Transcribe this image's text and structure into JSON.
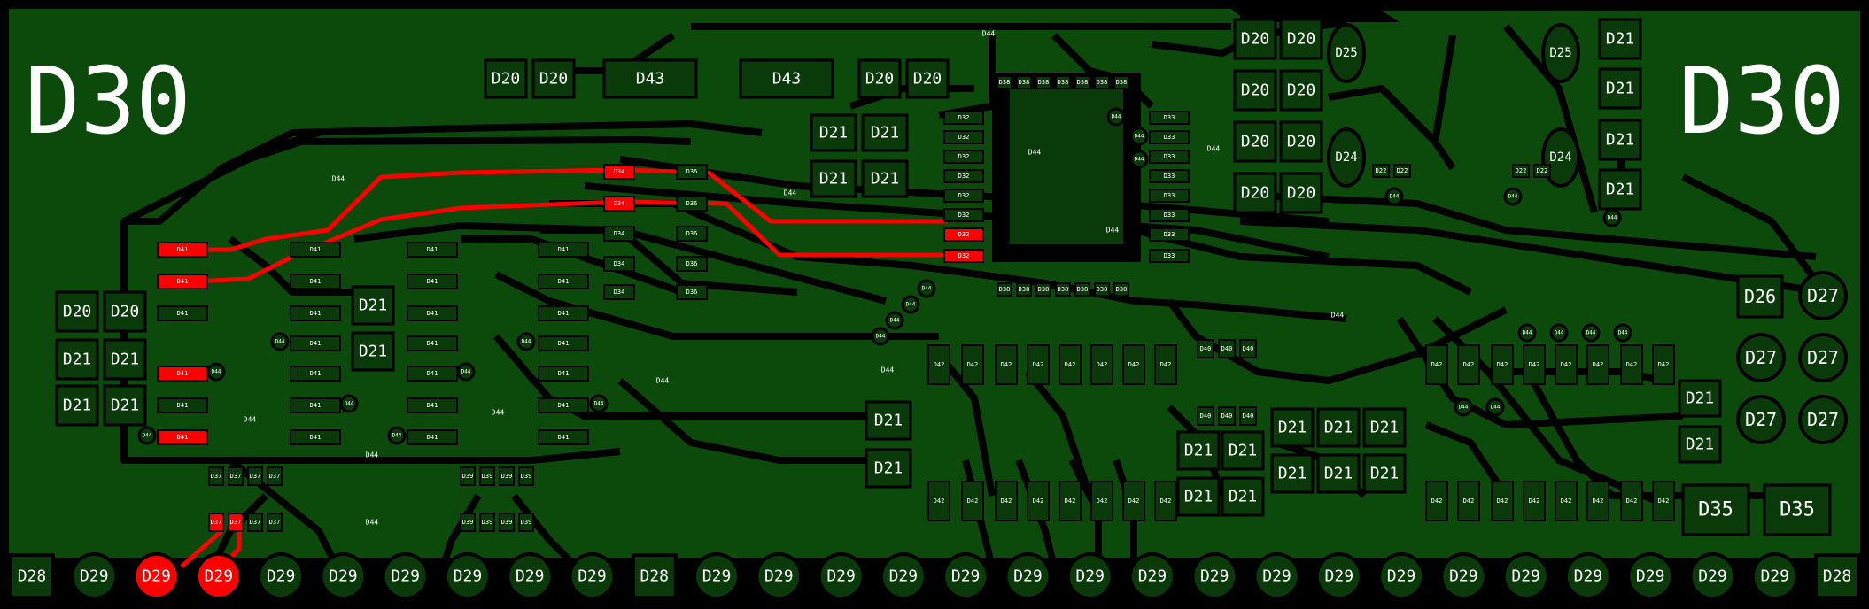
{
  "board": {
    "copper_color": "#0b4a0b",
    "trace_color": "#000000",
    "highlight_color": "#ff0000",
    "pad_color": "#0a3a0a",
    "mounting_label_left": "D30",
    "mounting_label_right": "D30"
  },
  "pads_bottom": [
    "D28",
    "D29",
    "D29",
    "D29",
    "D29",
    "D29",
    "D29",
    "D29",
    "D29",
    "D29",
    "D28",
    "D29",
    "D29",
    "D29",
    "D29",
    "D29",
    "D29",
    "D29",
    "D29",
    "D29",
    "D29",
    "D29",
    "D29",
    "D29",
    "D29",
    "D29",
    "D29",
    "D29",
    "D29",
    "D28"
  ],
  "pads_bottom_highlighted": [
    2,
    3
  ],
  "labels": {
    "d20": "D20",
    "d21": "D21",
    "d24": "D24",
    "d25": "D25",
    "d26": "D26",
    "d27": "D27",
    "d35": "D35",
    "d43": "D43",
    "d44": "D44",
    "d41": "D41",
    "d42": "D42",
    "d34": "D34",
    "d36": "D36",
    "d38": "D38",
    "d40": "D40",
    "d32": "D32",
    "d33": "D33",
    "d37": "D37",
    "d39": "D39",
    "d22": "D22"
  }
}
